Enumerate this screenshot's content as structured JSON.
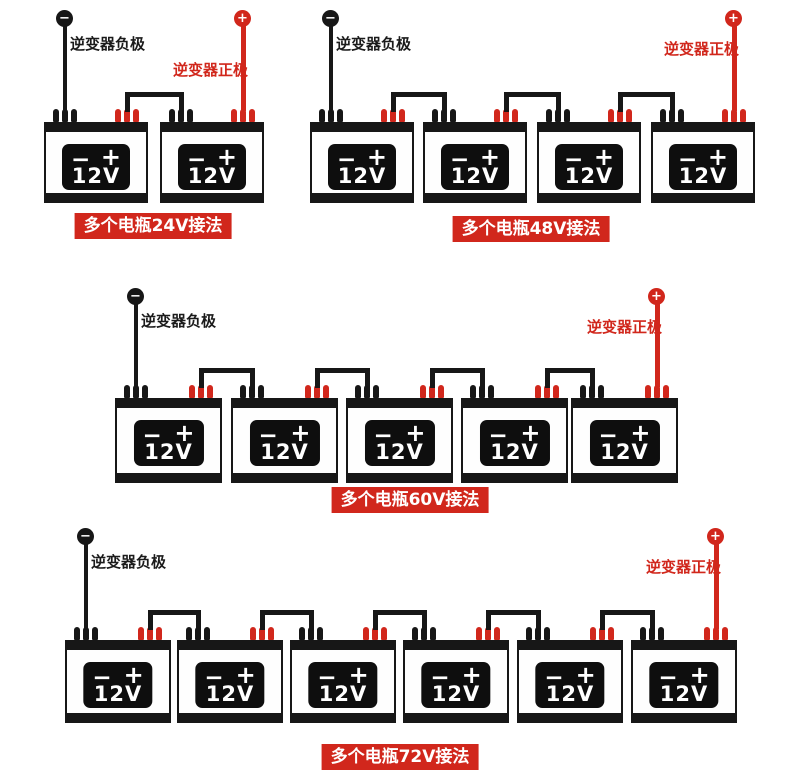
{
  "colors": {
    "accent_red": "#d1271c",
    "wire_black": "#171717"
  },
  "inverter": {
    "negative_label": "逆变器负极",
    "positive_label": "逆变器正极",
    "negative_symbol": "−",
    "positive_symbol": "+"
  },
  "battery": {
    "voltage": "12V",
    "minus_sign": "−",
    "plus_sign": "+"
  },
  "groups": [
    {
      "caption": "多个电瓶24V接法",
      "system_voltage": "24V",
      "battery_count": 2
    },
    {
      "caption": "多个电瓶48V接法",
      "system_voltage": "48V",
      "battery_count": 4
    },
    {
      "caption": "多个电瓶60V接法",
      "system_voltage": "60V",
      "battery_count": 5
    },
    {
      "caption": "多个电瓶72V接法",
      "system_voltage": "72V",
      "battery_count": 6
    }
  ]
}
